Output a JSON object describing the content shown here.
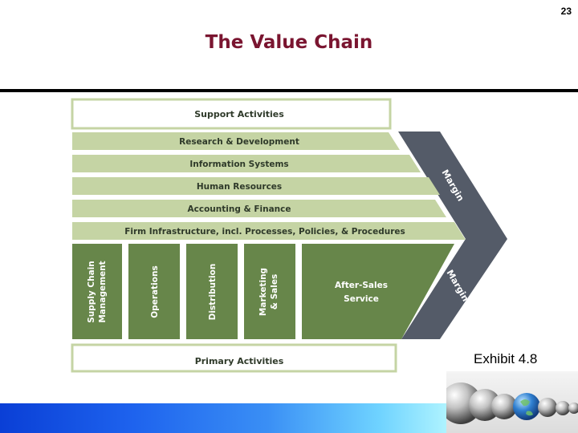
{
  "page_number": "23",
  "title": "The Value Chain",
  "exhibit": "Exhibit 4.8",
  "diagram": {
    "support_header": "Support Activities",
    "support_activities": [
      "Research & Development",
      "Information Systems",
      "Human Resources",
      "Accounting & Finance",
      "Firm Infrastructure, incl. Processes, Policies, & Procedures"
    ],
    "primary_activities": [
      {
        "line1": "Supply Chain",
        "line2": "Management",
        "vertical": true
      },
      {
        "line1": "Operations",
        "line2": "",
        "vertical": true
      },
      {
        "line1": "Distribution",
        "line2": "",
        "vertical": true
      },
      {
        "line1": "Marketing",
        "line2": "& Sales",
        "vertical": true
      },
      {
        "line1": "After-Sales",
        "line2": "Service",
        "vertical": false
      }
    ],
    "margin_upper": "Margin",
    "margin_lower": "Margin",
    "primary_header": "Primary Activities"
  },
  "colors": {
    "title": "#7a1530",
    "light_green": "#c5d4a4",
    "dark_green": "#67864a",
    "margin_gray": "#545b68",
    "label_dark": "#2f3a2a"
  }
}
